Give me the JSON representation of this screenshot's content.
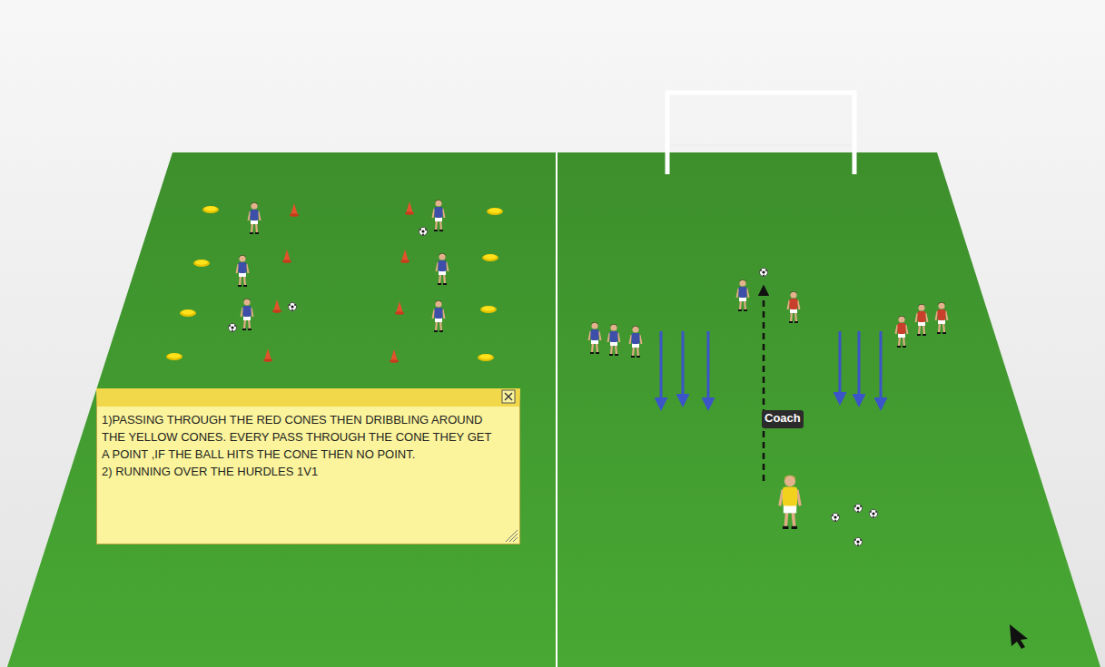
{
  "diagram": {
    "nodes": [
      {
        "text": [
          "1)PASSING THROUGH THE RED CONES THEN DRIBBLING AROUND THE YELLOW CONES. EVERY PASS THROUGH THE CONE THEY GET A POINT ,IF THE BALL HITS THE CONE THEN NO POINT.",
          "2) RUNNING OVER THE HURDLES 1V1"
        ]
      },
      {
        "text": [
          "Coach"
        ]
      }
    ]
  }
}
